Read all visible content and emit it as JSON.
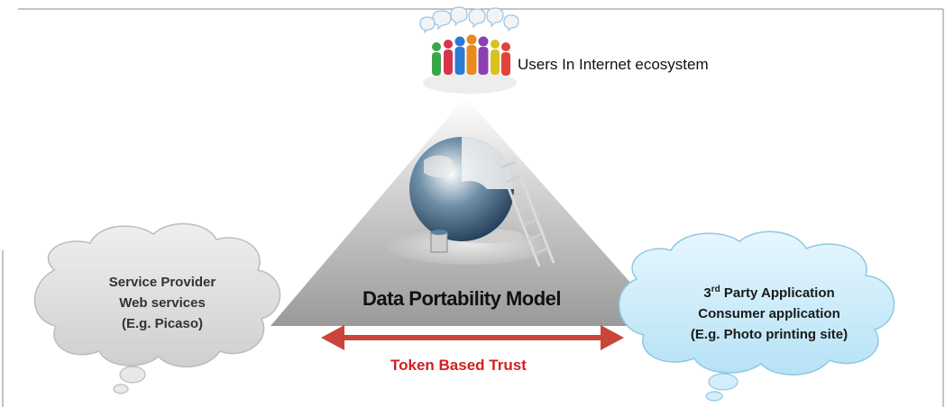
{
  "top_label": "Users In Internet ecosystem",
  "center_title": "Data Portability Model",
  "left_cloud": {
    "line1": "Service Provider",
    "line2": "Web services",
    "line3": "(E.g. Picaso)"
  },
  "right_cloud": {
    "line1_number": "3",
    "line1_superscript": "rd",
    "line1_rest": " Party Application",
    "line2": "Consumer application",
    "line3": "(E.g. Photo printing site)"
  },
  "connector_label": "Token Based Trust",
  "colors": {
    "left_cloud_fill": "#d9d9d9",
    "right_cloud_fill": "#c9ecfa",
    "arrow": "#c9453a",
    "trust_text": "#d22020",
    "pyramid": "#b5b5b5"
  }
}
